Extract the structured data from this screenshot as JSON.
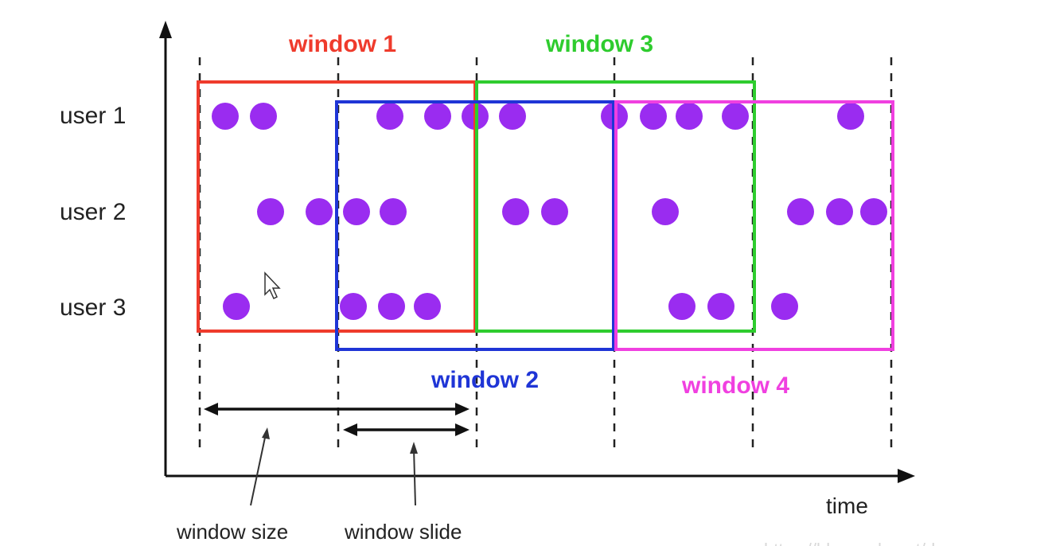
{
  "rows": [
    {
      "label": "user 1"
    },
    {
      "label": "user 2"
    },
    {
      "label": "user 3"
    }
  ],
  "windows": [
    {
      "label": "window 1",
      "color": "#ef3b2c"
    },
    {
      "label": "window 2",
      "color": "#1f35d6"
    },
    {
      "label": "window 3",
      "color": "#2ecc2e"
    },
    {
      "label": "window 4",
      "color": "#f040e0"
    }
  ],
  "axis": {
    "x_label": "time"
  },
  "annotations": {
    "window_size": "window size",
    "window_slide": "window slide"
  },
  "dot_color": "#9a2cf0",
  "axis_color": "#111111",
  "watermark": "https://blog.csdn.net/dong"
}
